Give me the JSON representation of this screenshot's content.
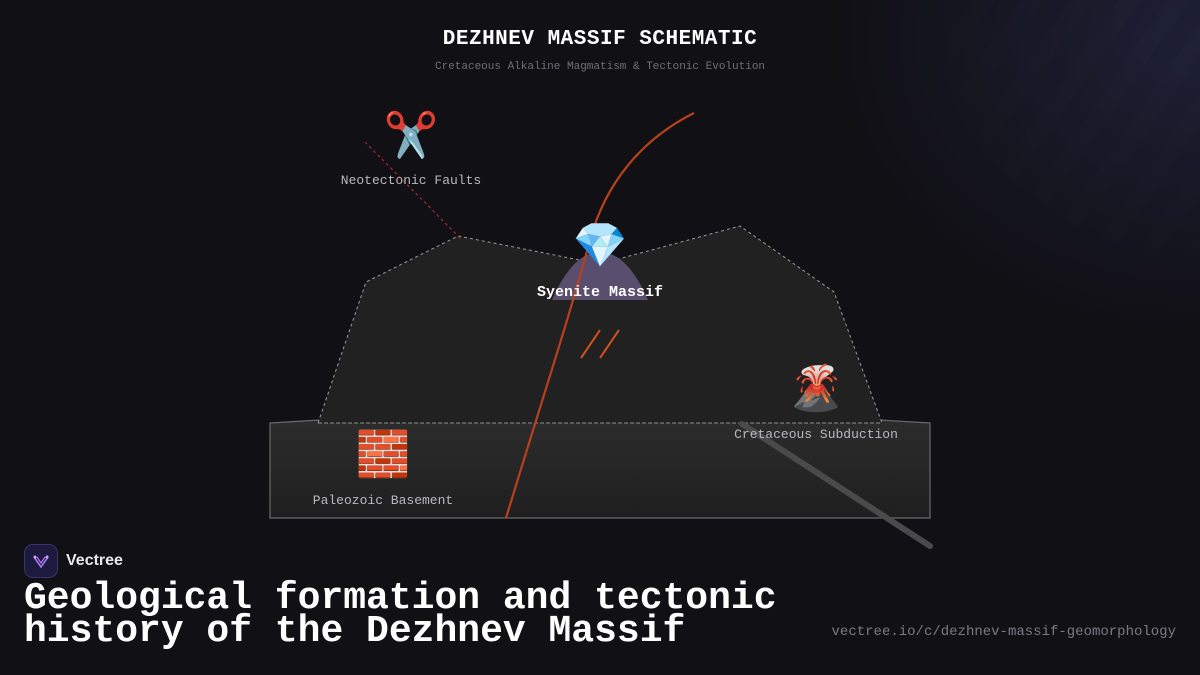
{
  "header": {
    "title": "DEZHNEV MASSIF SCHEMATIC",
    "subtitle": "Cretaceous Alkaline Magmatism & Tectonic Evolution"
  },
  "diagram": {
    "nodes": {
      "neotectonic_faults": {
        "icon": "scissors-icon",
        "emoji": "✂️",
        "label": "Neotectonic Faults"
      },
      "syenite_massif": {
        "icon": "gem-icon",
        "emoji": "💎",
        "label": "Syenite Massif"
      },
      "cretaceous_subduction": {
        "icon": "volcano-icon",
        "emoji": "🌋",
        "label": "Cretaceous Subduction"
      },
      "paleozoic_basement": {
        "icon": "brick-icon",
        "emoji": "🧱",
        "label": "Paleozoic Basement"
      }
    },
    "colors": {
      "massif_fill": "#212121",
      "basement_fill": "#2a2a2a",
      "fault_line": "#b8401c",
      "dashed_fault": "#a52a2a",
      "intrusion": "#5a4e6e",
      "dikes": "#d6521f",
      "subduction_slab": "#4a4a4a"
    }
  },
  "footer": {
    "brand": "Vectree",
    "headline_line1": "Geological formation and tectonic",
    "headline_line2": "history of the Dezhnev Massif",
    "url": "vectree.io/c/dezhnev-massif-geomorphology"
  }
}
